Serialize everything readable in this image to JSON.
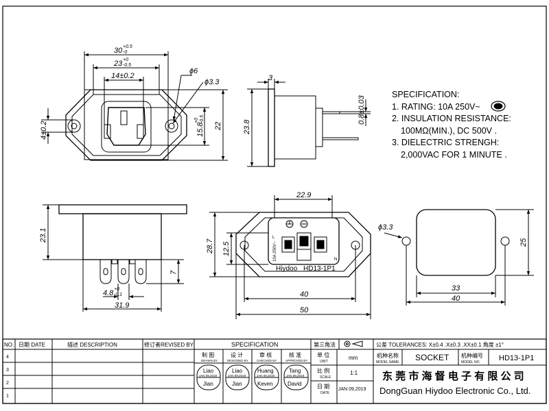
{
  "dimensions": {
    "w30": "30",
    "w30_tol_hi": "+0.5",
    "w30_tol_lo": "-0",
    "w23": "23",
    "w23_tol_hi": "+0",
    "w23_tol_lo": "-0.5",
    "w14": "14±0.2",
    "phi6": "ϕ6",
    "phi33_top": "ϕ3.3",
    "v4": "4±0.2",
    "v22": "22",
    "v158": "15.8",
    "v158_tol_hi": "+0",
    "v158_tol_lo": "-0.5",
    "side_3": "3",
    "side_238": "23.8",
    "side_08": "0.8±0.03",
    "front_231": "23.1",
    "front_7": "7",
    "front_48": "4.8",
    "front_48_tol_hi": "+0",
    "front_48_tol_lo": "-0.1",
    "front_319": "31.9",
    "mid_229": "22.9",
    "mid_287": "28.7",
    "mid_125": "12.5",
    "mid_40": "40",
    "mid_50": "50",
    "right_phi33": "ϕ3.3",
    "right_25": "25",
    "right_33": "33",
    "right_40": "40"
  },
  "product_marks": {
    "brand": "Hiydoo",
    "model": "HD13-1P1",
    "rating": "10A 250V~",
    "l": "L",
    "n": "N"
  },
  "specification": {
    "heading": "SPECIFICATION:",
    "line1": "1. RATING: 10A 250V~",
    "line2": "2. INSULATION RESISTANCE:",
    "line3": "100MΩ(MIN.), DC 500V .",
    "line4": "3. DIELECTRIC STRENGH:",
    "line5": "2,000VAC FOR 1 MINUTE ."
  },
  "title_block": {
    "no_label": "NO.",
    "date_label": "日期 DATE",
    "desc_label": "描述 DESCRIPTION",
    "revised_label": "修订者REVISED BY",
    "spec_label": "SPECIFICATION",
    "projection_label": "第三角法",
    "tolerance_text": "公差 TOLERANCES: X±0.4  .X±0.3  .XX±0.1 角度 ±1°",
    "rev_rows": [
      "4",
      "3",
      "2",
      "1"
    ],
    "drawn_cn": "制 图",
    "drawn_en": "DRAWN BY",
    "designed_cn": "设 计",
    "designed_en": "DESIGNED BY",
    "checked_cn": "审 核",
    "checked_en": "CHECKED BY",
    "approved_cn": "核 准",
    "approved_en": "APPROVED BY",
    "drawn_name": "Liao",
    "designed_name": "Liao",
    "checked_name": "Huang",
    "approved_name": "Tang",
    "drawn_name2": "Jian",
    "designed_name2": "Jian",
    "checked_name2": "Keven",
    "approved_name2": "David",
    "stamp_date": "JAN 09,2019",
    "unit_cn": "单 位",
    "unit_en": "UNIT",
    "unit_value": "mm",
    "scale_cn": "比 例",
    "scale_en": "SCALE",
    "scale_value": "1:1",
    "date_cn": "日 期",
    "date_en": "DATE",
    "date_value": "JAN 09,2019",
    "model_name_cn": "机种名称",
    "model_name_en": "MODEL NAME",
    "model_name_value": "SOCKET",
    "model_no_cn": "机种编号",
    "model_no_en": "MODEL NO.",
    "model_no_value": "HD13-1P1",
    "company_cn": "东 莞 市 海 督 电 子 有 限 公 司",
    "company_en": "DongGuan Hiydoo Electronic  Co., Ltd."
  }
}
